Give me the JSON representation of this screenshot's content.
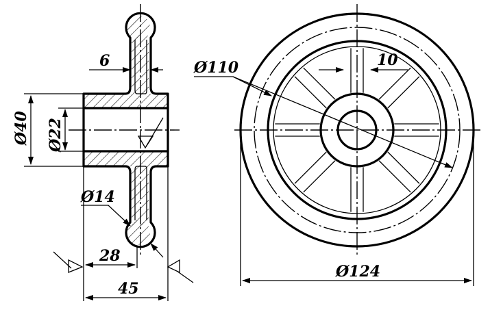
{
  "dimensions": {
    "rib_thickness": "6",
    "outer_hub_diameter": "Ø40",
    "bore_diameter": "Ø22",
    "rim_section_diameter": "Ø14",
    "rib_offset": "28",
    "hub_length": "45",
    "pitch_circle_diameter": "Ø110",
    "spoke_width": "10",
    "outer_diameter": "Ø124"
  }
}
